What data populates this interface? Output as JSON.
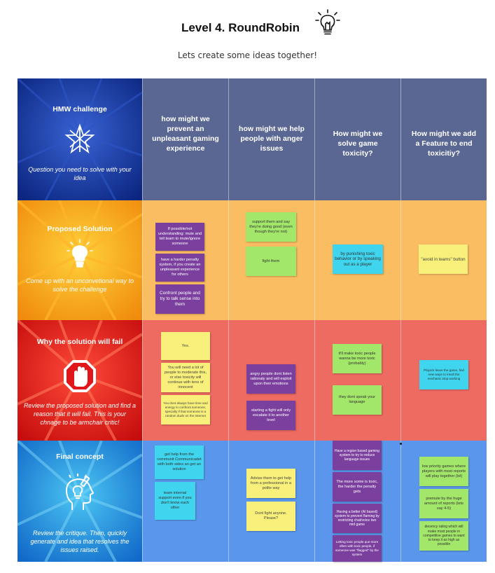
{
  "header": {
    "title": "Level 4.  RoundRobin",
    "subtitle": "Lets create some ideas together!",
    "icon": "lightbulb-icon"
  },
  "colors": {
    "question_row": "#5a6793",
    "solution_row": "#fbbd62",
    "fail_row": "#ee6b62",
    "final_row": "#5a97ec"
  },
  "rows": [
    {
      "title": "HMW challenge",
      "desc": "Question you need to solve with your idea",
      "icon": "tangled-star-icon"
    },
    {
      "title": "Proposed Solution",
      "desc": "Come up with an unconvetional way to solve the challenge",
      "icon": "lightbulb-icon"
    },
    {
      "title": "Why the solution will fail",
      "desc": "Review the proposed solution and find a reason that it will fail. This is your chnage to be armchair critic!",
      "icon": "stop-hand-icon"
    },
    {
      "title": "Final concept",
      "desc": "Review the critique. Then, quickly generate and idea that resolves the issues raised.",
      "icon": "idea-head-icon"
    }
  ],
  "questions": [
    "how might we prevent an unpleasant gaming experience",
    "how might we help people with anger issues",
    "How might we solve game toxicity?",
    "How might we add a Feature to end toxicitiy?"
  ],
  "notes": {
    "sol_c1": [
      "If possible/not understanding: mute and tell team to mute/ignore someone",
      "have a harder penalty system, if you create an unpleasant experience for others",
      "Confront people and try to talk sense into them"
    ],
    "sol_c2": [
      "support them and say they're doing good (even though they're not)",
      "fight them"
    ],
    "sol_c3": [
      "by punishing toxic behavior or by speaking out as a player"
    ],
    "sol_c4": [
      "\"avoid in teams\" button"
    ],
    "fail_c1": [
      "Yes.",
      "You will need a lot of people to moderate this, or else toxicity will continue with tens of innocent",
      "You dont always have time and energy to confront someone, specially if that someone is a random dude on the Internet"
    ],
    "fail_c2": [
      "angry people dont listen rationaly and will exploit upon their emotions",
      "starting a fight will only escalate it to another level"
    ],
    "fail_c3": [
      "it'll make toxic people wanna be more toxic (probably)",
      "they dont speak your language"
    ],
    "fail_c4": [
      "Players leave the game, find new ways to insult the mechanic stop working"
    ],
    "fin_c1": [
      "get help from the communit Communicadet with both sides an get an solution",
      "team internal support even if you don't know each other"
    ],
    "fin_c2": [
      "Advise them to get help from a professional in a polite way",
      "Dont fight anyone. Please?"
    ],
    "fin_c3": [
      "Have a region based gaming system to try to reduce language issues",
      "The more some is toxic, the harder the penalty gets",
      "Having a better (AI based) system to prevent flaming by restricting chat/voice two mid game",
      "Letting toxic people que more often with toxic people, if someone was \"flagged\" by the system"
    ],
    "fin_c4": [
      "low priority games where players with most reports will play together (lol)",
      "premute by the huge amount of reports (lets say 4-5)",
      "decency rating which will make most people in competitive games to want to keep it as high as possible"
    ]
  }
}
